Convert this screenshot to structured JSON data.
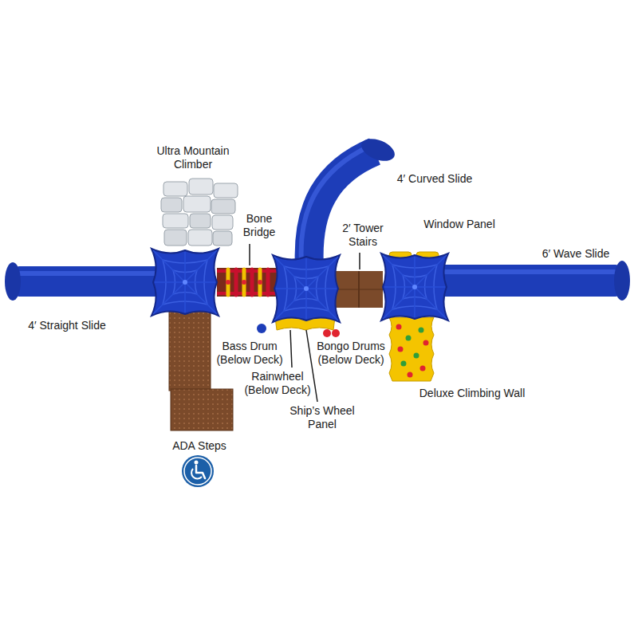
{
  "diagram": {
    "labels": [
      "Ultra Mountain Climber",
      "4′ Curved Slide",
      "Bone Bridge",
      "Window Panel",
      "2′ Tower Stairs",
      "6′ Wave Slide",
      "4′ Straight Slide",
      "Bass Drum (Below Deck)",
      "Bongo Drums (Below Deck)",
      "Rainwheel (Below Deck)",
      "Deluxe Climbing Wall",
      "Ship’s Wheel Panel",
      "ADA Steps"
    ]
  }
}
